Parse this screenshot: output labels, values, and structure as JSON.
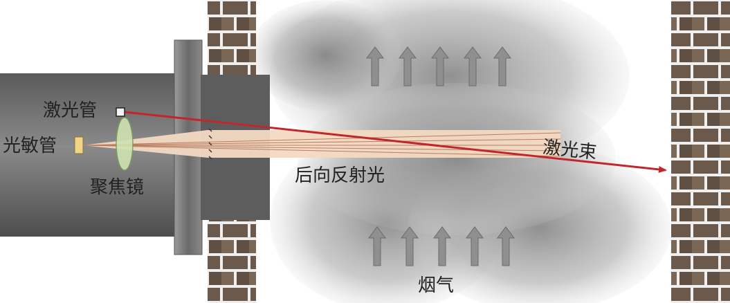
{
  "labels": {
    "laser_tube": "激光管",
    "photo_tube": "光敏管",
    "focus_lens": "聚焦镜",
    "laser_beam": "激光束",
    "back_scatter": "后向反射光",
    "smoke": "烟气"
  },
  "colors": {
    "laser_beam": "#c0262c",
    "back_scatter_fill": "#f2d9c3",
    "smoke": "#9a9a9a",
    "housing": "#6e6e6e",
    "brick": "#6b5a4b",
    "mortar": "#efefef",
    "arrow": "#8f8f8f"
  },
  "arrows": {
    "top_count": 5,
    "bottom_count": 5,
    "direction": "up"
  }
}
